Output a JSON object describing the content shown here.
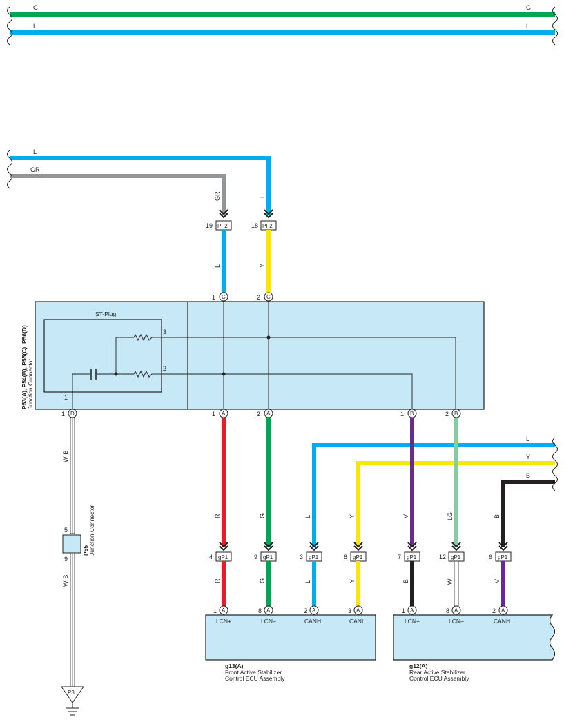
{
  "bus": {
    "top_left": "G",
    "top_right": "G",
    "bot_left": "L",
    "bot_right": "L"
  },
  "feed": {
    "l_label": "L",
    "gr_label": "GR",
    "gr_vert": "GR",
    "l_vert": "L",
    "pf2_19_pin": "19",
    "pf2_19_conn": "PF2",
    "pf2_18_pin": "18",
    "pf2_18_conn": "PF2",
    "below_19": "L",
    "below_18": "Y"
  },
  "junction": {
    "name": "P53(A), P54(B), P55(C), P56(D)",
    "desc": "Junction Connector",
    "st_plug": "ST-Plug",
    "pins": {
      "c1": "1",
      "c1_letter": "C",
      "c2": "2",
      "c2_letter": "C",
      "d1": "1",
      "d1_letter": "D",
      "a1": "1",
      "a1_letter": "A",
      "a2": "2",
      "a2_letter": "A",
      "b1": "1",
      "b1_letter": "B",
      "b2": "2",
      "b2_letter": "B",
      "st1": "1",
      "st2": "2",
      "st3": "3"
    }
  },
  "right_bus": {
    "l": "L",
    "y": "Y",
    "b": "B"
  },
  "wires": {
    "a1_top": "R",
    "a2_top": "G",
    "canh_top": "L",
    "canl_top": "Y",
    "b1_top": "V",
    "b2_top": "LG",
    "b_top": "B",
    "a1_bot": "R",
    "a2_bot": "G",
    "canh_bot": "L",
    "canl_bot": "Y",
    "b1_bot": "B",
    "b2_bot": "W",
    "b_bot": "V",
    "wb_top": "W-B",
    "wb_bot": "W-B"
  },
  "gp1": [
    {
      "pin": "4",
      "conn": "gP1"
    },
    {
      "pin": "9",
      "conn": "gP1"
    },
    {
      "pin": "3",
      "conn": "gP1"
    },
    {
      "pin": "8",
      "conn": "gP1"
    },
    {
      "pin": "7",
      "conn": "gP1"
    },
    {
      "pin": "12",
      "conn": "gP1"
    },
    {
      "pin": "6",
      "conn": "gP1"
    }
  ],
  "p65": {
    "pin_top": "5",
    "pin_bot": "9",
    "name": "P65",
    "desc": "Junction Connector"
  },
  "ground": {
    "label": "P3"
  },
  "ecu_front": {
    "pins": [
      {
        "num": "1",
        "letter": "A",
        "signal": "LCN+"
      },
      {
        "num": "8",
        "letter": "A",
        "signal": "LCN–"
      },
      {
        "num": "2",
        "letter": "A",
        "signal": "CANH"
      },
      {
        "num": "3",
        "letter": "A",
        "signal": "CANL"
      }
    ],
    "code": "g13(A)",
    "name1": "Front Active Stabilizer",
    "name2": "Control ECU Assembly"
  },
  "ecu_rear": {
    "pins": [
      {
        "num": "1",
        "letter": "A",
        "signal": "LCN+"
      },
      {
        "num": "8",
        "letter": "A",
        "signal": "LCN–"
      },
      {
        "num": "2",
        "letter": "A",
        "signal": "CANH"
      }
    ],
    "code": "g12(A)",
    "name1": "Rear Active Stabilizer",
    "name2": "Control ECU Assembly"
  },
  "colors": {
    "green": "#00a651",
    "blue": "#00aeef",
    "gray": "#939598",
    "yellow": "#ffe600",
    "red": "#ed1c24",
    "purple": "#662d91",
    "light_green": "#84cca1",
    "black": "#231f20",
    "box_fill": "#c6e8f7"
  }
}
